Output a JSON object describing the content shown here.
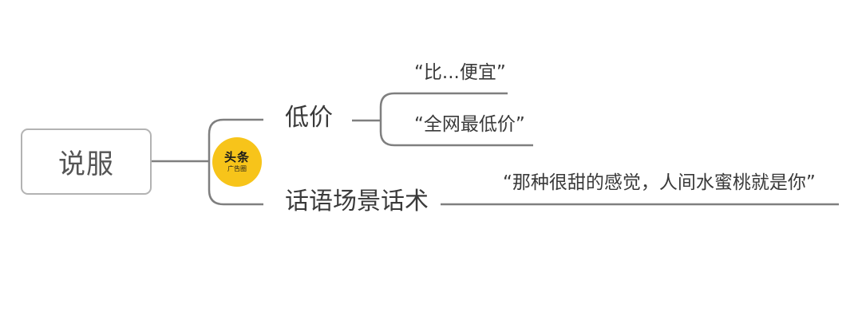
{
  "mindmap": {
    "root": {
      "label": "说服"
    },
    "branches": [
      {
        "label": "低价",
        "children": [
          "“比...便宜”",
          "“全网最低价”"
        ]
      },
      {
        "label": "话语场景话术",
        "children": [
          "“那种很甜的感觉，人间水蜜桃就是你”"
        ]
      }
    ]
  },
  "watermark": {
    "main": "头条",
    "sub": "广告圈"
  },
  "colors": {
    "connector": "#7f7f7f",
    "root_border": "#b3b3b3",
    "watermark_bg": "#f7c41a"
  }
}
